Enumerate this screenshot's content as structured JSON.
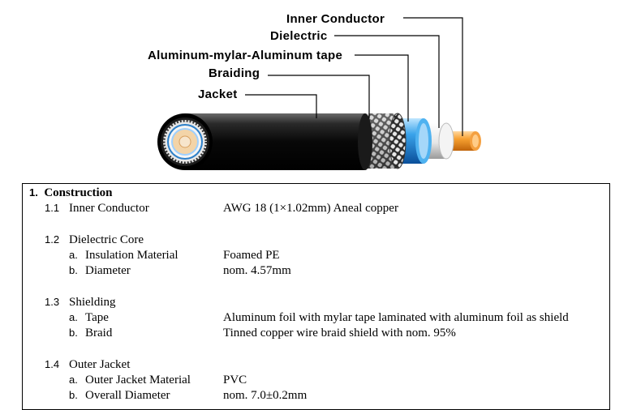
{
  "callouts": {
    "inner_conductor": "Inner Conductor",
    "dielectric": "Dielectric",
    "tape": "Aluminum-mylar-Aluminum tape",
    "braiding": "Braiding",
    "jacket": "Jacket"
  },
  "spec": {
    "section_number": "1.",
    "section_title": "Construction",
    "items": [
      {
        "num": "1.1",
        "label": "Inner Conductor",
        "value": "AWG 18 (1×1.02mm) Aneal copper"
      },
      {
        "num": "1.2",
        "label": "Dielectric Core",
        "subs": [
          {
            "letter": "a.",
            "label": "Insulation Material",
            "value": "Foamed PE"
          },
          {
            "letter": "b.",
            "label": "Diameter",
            "value": "nom. 4.57mm"
          }
        ]
      },
      {
        "num": "1.3",
        "label": "Shielding",
        "subs": [
          {
            "letter": "a.",
            "label": "Tape",
            "value": "Aluminum foil with mylar tape laminated with aluminum foil as shield"
          },
          {
            "letter": "b.",
            "label": "Braid",
            "value": "Tinned copper wire braid shield with nom. 95%"
          }
        ]
      },
      {
        "num": "1.4",
        "label": "Outer Jacket",
        "subs": [
          {
            "letter": "a.",
            "label": "Outer Jacket Material",
            "value": "PVC"
          },
          {
            "letter": "b.",
            "label": "Overall Diameter",
            "value": "nom. 7.0±0.2mm"
          }
        ]
      }
    ]
  }
}
